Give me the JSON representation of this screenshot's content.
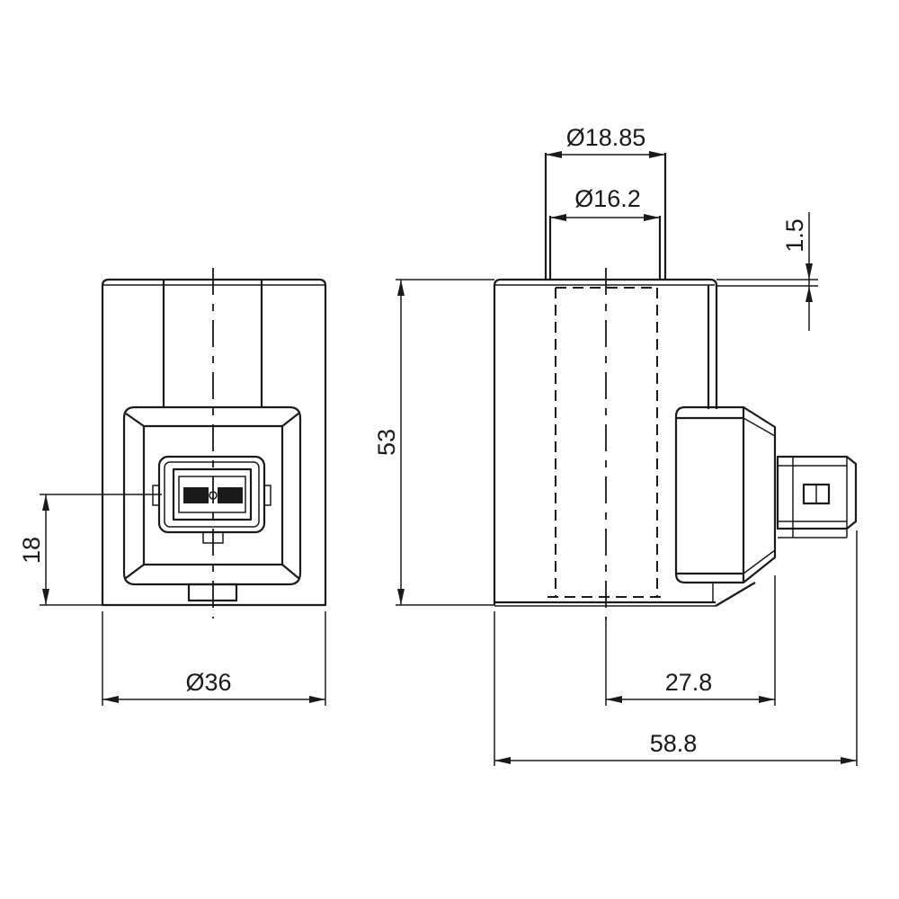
{
  "drawing": {
    "subject": "Solenoid coil with connector",
    "views": [
      "front-view",
      "side-view"
    ],
    "dimensions": {
      "front_width": "Ø36",
      "connector_height": "18",
      "body_height": "53",
      "outer_bore": "Ø18.85",
      "inner_bore": "Ø16.2",
      "top_offset": "1.5",
      "connector_depth": "27.8",
      "overall_length": "58.8"
    },
    "colors": {
      "line": "#1a1a1a",
      "background": "#ffffff"
    }
  }
}
